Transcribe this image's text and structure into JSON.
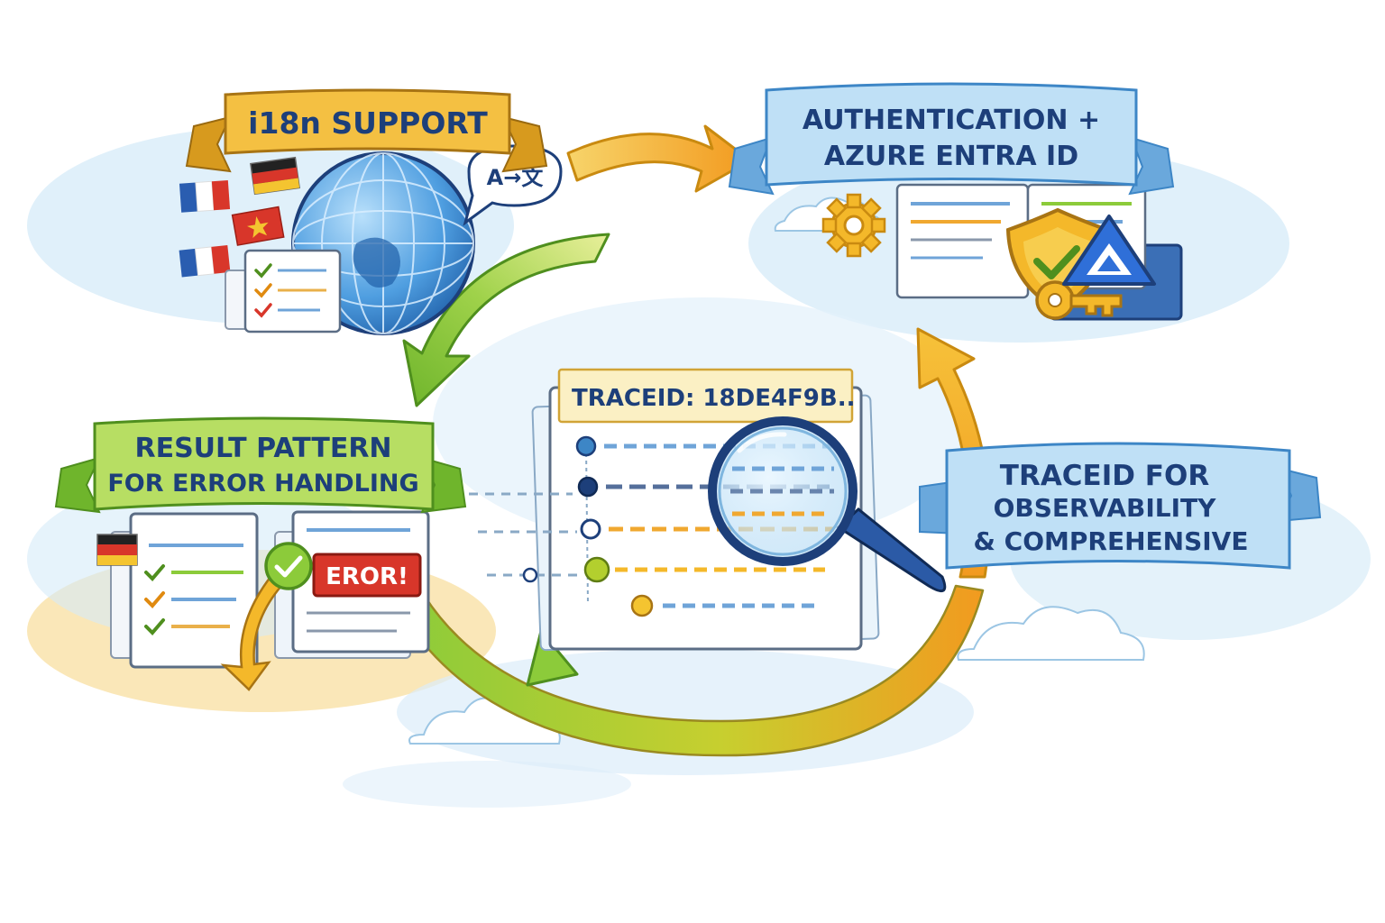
{
  "banners": {
    "i18n": {
      "line1": "i18n SUPPORT"
    },
    "auth": {
      "line1": "AUTHENTICATION +",
      "line2": "AZURE ENTRA ID"
    },
    "result": {
      "line1": "RESULT PATTERN",
      "line2": "FOR ERROR HANDLING"
    },
    "trace": {
      "line1": "TRACEID FOR",
      "line2": "OBSERVABILITY",
      "line3": "& COMPREHENSIVE"
    }
  },
  "center": {
    "trace_header": "TRACEID: 18DE4F9B.."
  },
  "translate_bubble": {
    "text": "A→文"
  },
  "error_badge": {
    "text": "EROR!"
  },
  "colors": {
    "gold": "#f4b82a",
    "gold_dark": "#c98a10",
    "sky_blue": "#8cc6ea",
    "sky_blue_dark": "#3d86c6",
    "green": "#8ccb3a",
    "green_dark": "#4f8f1e",
    "orange": "#f29a1f",
    "navy": "#1d3f7a",
    "red": "#d8362a"
  }
}
